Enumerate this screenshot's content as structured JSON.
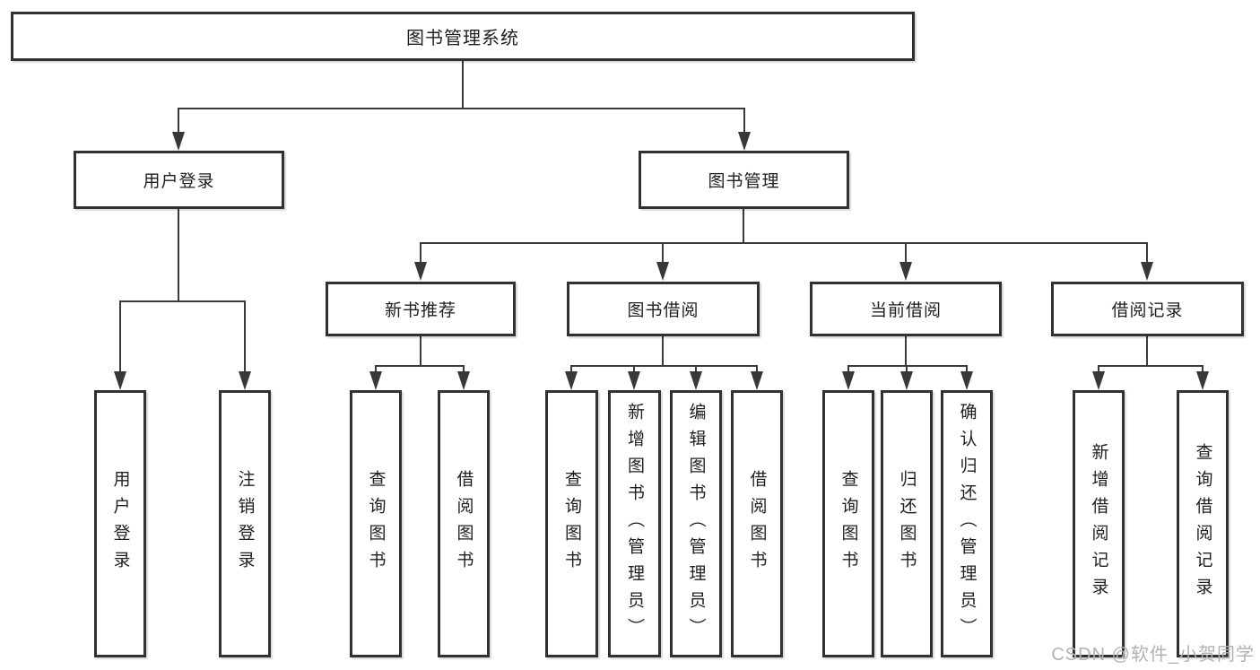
{
  "diagram": {
    "root": "图书管理系统",
    "level2": [
      "用户登录",
      "图书管理"
    ],
    "level3": [
      "新书推荐",
      "图书借阅",
      "当前借阅",
      "借阅记录"
    ],
    "leaves": [
      "用户登录",
      "注销登录",
      "查询图书",
      "借阅图书",
      "查询图书",
      "新增图书（管理员）",
      "编辑图书（管理员）",
      "借阅图书",
      "查询图书",
      "归还图书",
      "确认归还（管理员）",
      "新增借阅记录",
      "查询借阅记录"
    ]
  },
  "watermark": "CSDN @软件_小贺同学",
  "colors": {
    "line": "#3a3a3a",
    "box_border": "#313131",
    "text": "#1f1f1f",
    "watermark": "#b2b2b2",
    "background": "#ffffff"
  }
}
